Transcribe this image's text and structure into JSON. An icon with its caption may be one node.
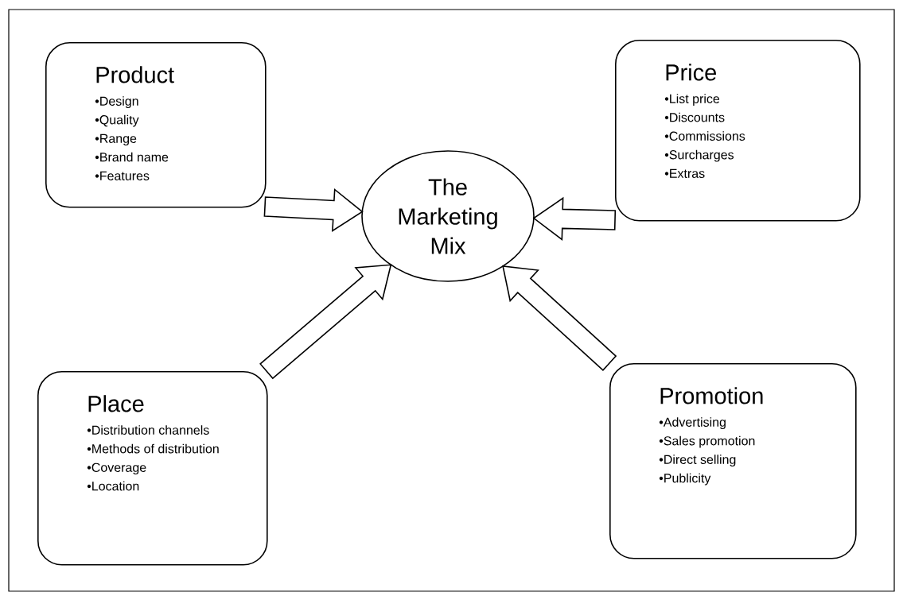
{
  "diagram": {
    "nodes": [
      {
        "text": [
          "Product",
          "•Design",
          "•Quality",
          "•Range",
          "•Brand name",
          "•Features"
        ]
      },
      {
        "text": [
          "Price",
          "•List price",
          "•Discounts",
          "•Commissions",
          "•Surcharges",
          "•Extras"
        ]
      },
      {
        "text": [
          "The Marketing Mix"
        ]
      },
      {
        "text": [
          "Place",
          "•Distribution channels",
          "•Methods of distribution",
          "•Coverage",
          "•Location"
        ]
      },
      {
        "text": [
          "Promotion",
          "•Advertising",
          "•Sales promotion",
          "•Direct selling",
          "•Publicity"
        ]
      }
    ],
    "edges": [
      {
        "from": 0,
        "to": 2,
        "arrow": "to"
      },
      {
        "from": 1,
        "to": 2,
        "arrow": "to"
      },
      {
        "from": 3,
        "to": 2,
        "arrow": "to"
      },
      {
        "from": 4,
        "to": 2,
        "arrow": "to"
      }
    ]
  }
}
